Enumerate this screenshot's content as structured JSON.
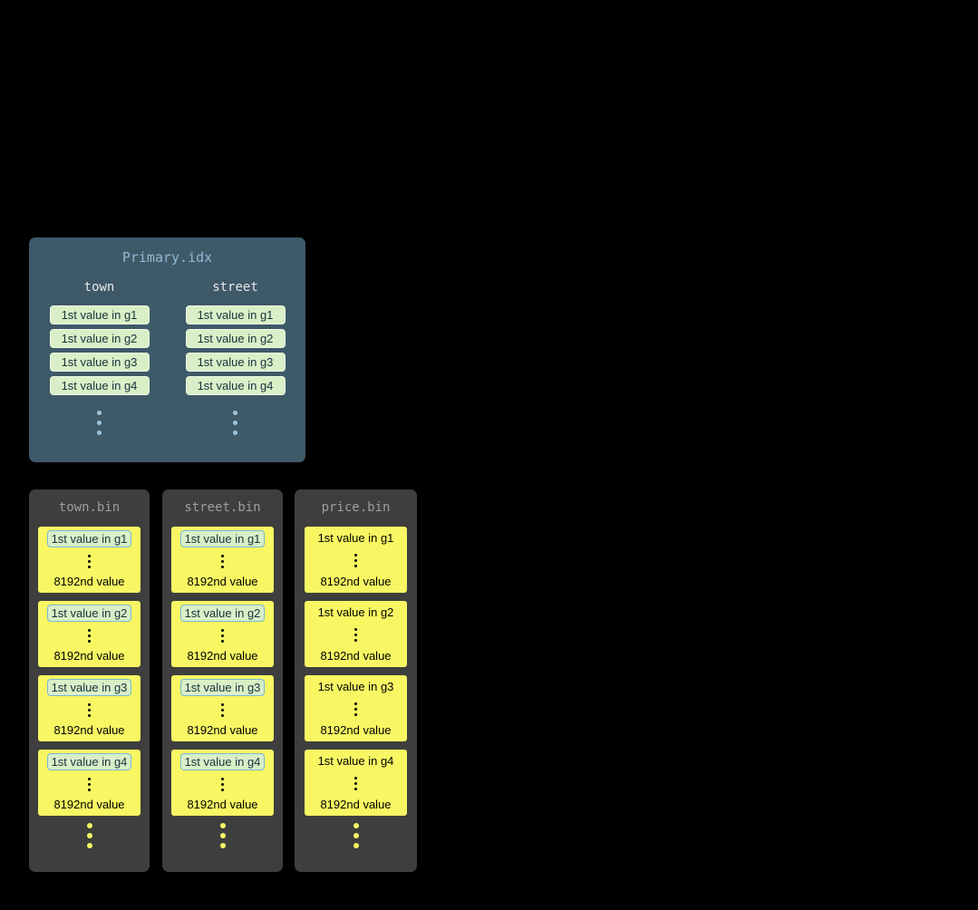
{
  "colors": {
    "background": "#000000",
    "primary_panel_bg": "#3e5968",
    "primary_title_color": "#91b9d6",
    "column_header_color": "#e8e8e8",
    "index_box_bg": "#d9efc7",
    "index_box_border": "#eef8e4",
    "index_box_text": "#17323e",
    "blue_dot_color": "#9cc4de",
    "bin_panel_bg": "#3e3e3e",
    "bin_title_color": "#9e9e9e",
    "granule_bg": "#f8f763",
    "granule_text": "#000000",
    "highlight_bg": "#d9efc7",
    "highlight_border": "#79b7d6",
    "highlight_text": "#17323e",
    "yellow_dot_color": "#f8f763"
  },
  "primary_index": {
    "title": "Primary.idx",
    "columns": [
      {
        "header": "town",
        "values": [
          "1st value in g1",
          "1st value in g2",
          "1st value in g3",
          "1st value in g4"
        ]
      },
      {
        "header": "street",
        "values": [
          "1st value in g1",
          "1st value in g2",
          "1st value in g3",
          "1st value in g4"
        ]
      }
    ]
  },
  "bin_files": [
    {
      "title": "town.bin",
      "first_values_highlighted": true,
      "granules": [
        {
          "first_value": "1st value in g1",
          "last_value": "8192nd value"
        },
        {
          "first_value": "1st value in g2",
          "last_value": "8192nd value"
        },
        {
          "first_value": "1st value in g3",
          "last_value": "8192nd value"
        },
        {
          "first_value": "1st value in g4",
          "last_value": "8192nd value"
        }
      ]
    },
    {
      "title": "street.bin",
      "first_values_highlighted": true,
      "granules": [
        {
          "first_value": "1st value in g1",
          "last_value": "8192nd value"
        },
        {
          "first_value": "1st value in g2",
          "last_value": "8192nd value"
        },
        {
          "first_value": "1st value in g3",
          "last_value": "8192nd value"
        },
        {
          "first_value": "1st value in g4",
          "last_value": "8192nd value"
        }
      ]
    },
    {
      "title": "price.bin",
      "first_values_highlighted": false,
      "granules": [
        {
          "first_value": "1st value in g1",
          "last_value": "8192nd value"
        },
        {
          "first_value": "1st value in g2",
          "last_value": "8192nd value"
        },
        {
          "first_value": "1st value in g3",
          "last_value": "8192nd value"
        },
        {
          "first_value": "1st value in g4",
          "last_value": "8192nd value"
        }
      ]
    }
  ]
}
